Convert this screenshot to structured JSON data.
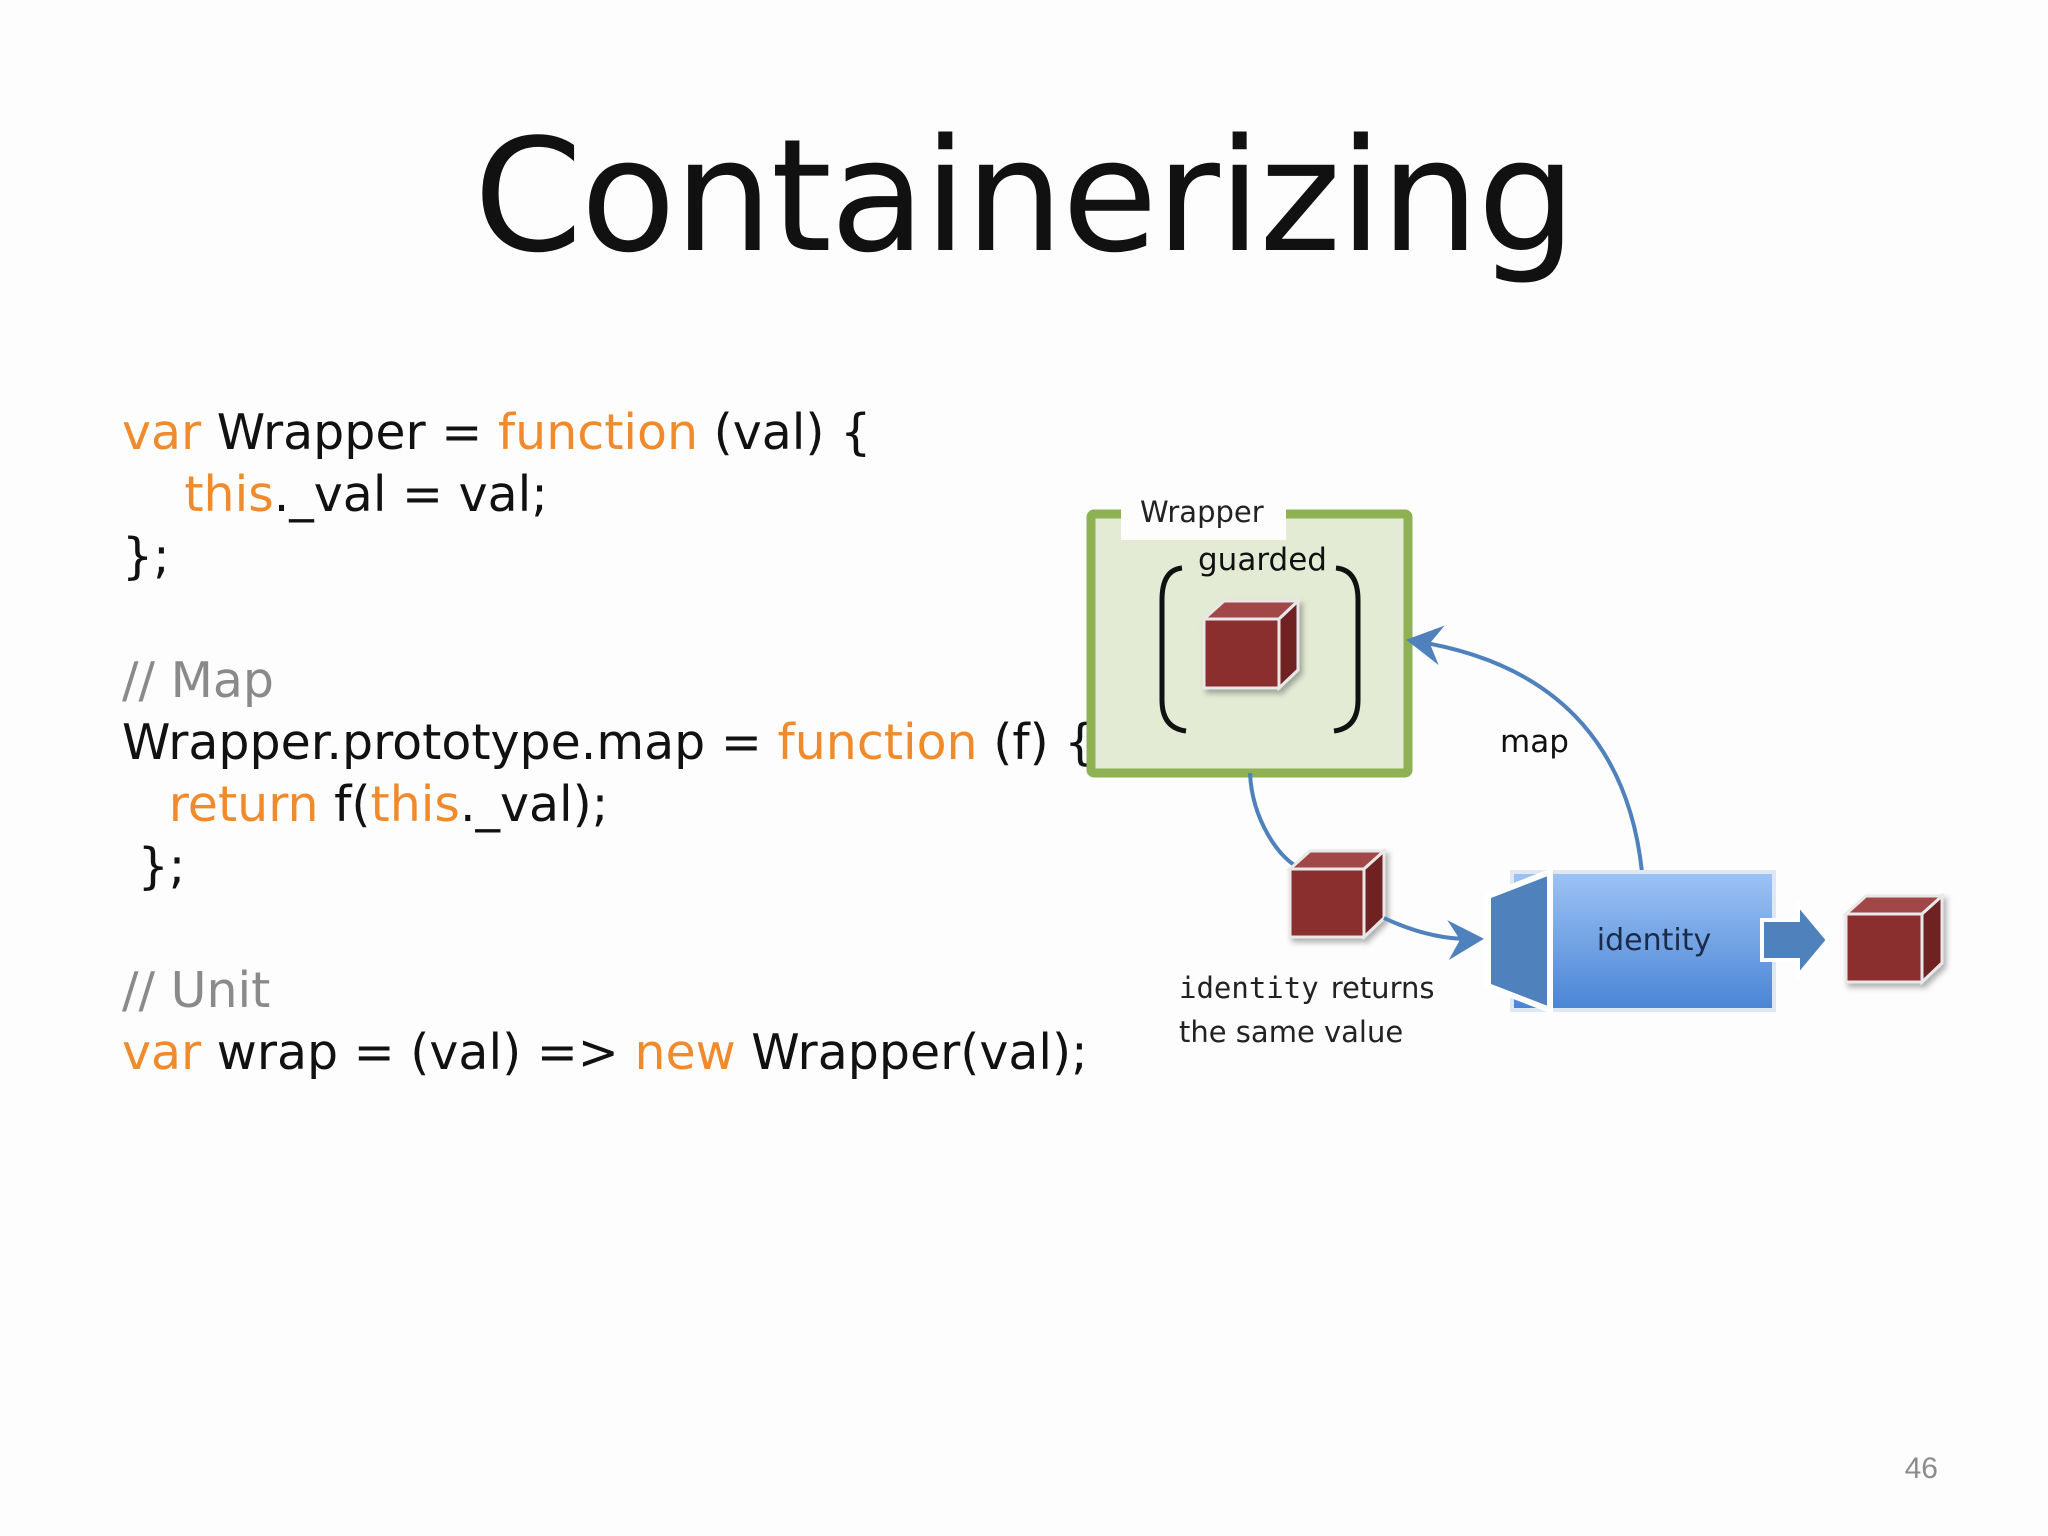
{
  "slide": {
    "title": "Containerizing",
    "page_number": "46"
  },
  "code": {
    "l1_kw1": "var",
    "l1_t1": " Wrapper = ",
    "l1_kw2": "function",
    "l1_t2": " (val) {",
    "l2_kw": "this",
    "l2_t": "._val = val;",
    "l3_t": "};",
    "l5_comment": "// Map",
    "l6_t1": "Wrapper.prototype.map = ",
    "l6_kw": "function",
    "l6_t2": " (f) {",
    "l7_kw1": "return",
    "l7_t1": " f(",
    "l7_kw2": "this",
    "l7_t2": "._val);",
    "l8_t": "};",
    "l10_comment": "// Unit",
    "l11_kw1": "var",
    "l11_t1": " wrap = (val) => ",
    "l11_kw2": "new",
    "l11_t2": " Wrapper(val);"
  },
  "diagram": {
    "wrapper_label": "Wrapper",
    "guarded_label": "guarded",
    "map_label": "map",
    "identity_label": "identity",
    "caption_mono": "identity",
    "caption_rest": "returns",
    "caption_line2": "the same value",
    "colors": {
      "wrapper_border": "#8db153",
      "wrapper_fill": "#e3ebd5",
      "cube": "#8b2e2e",
      "arrow": "#4f81bd",
      "identity_top": "#9dc3f5",
      "identity_bottom": "#4a84d4"
    }
  }
}
